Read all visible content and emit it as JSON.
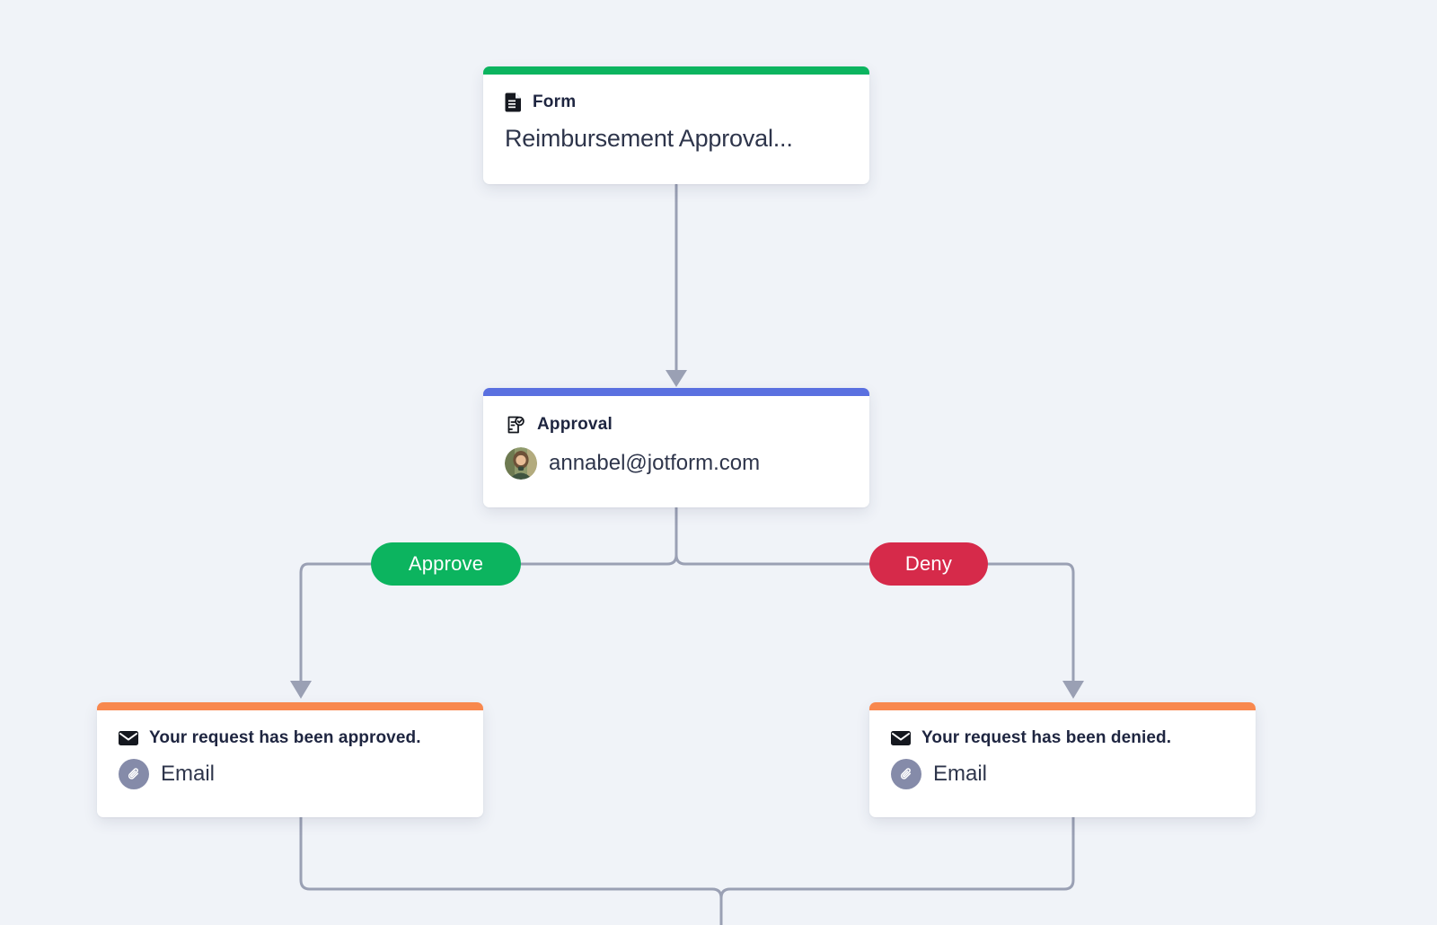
{
  "colors": {
    "bg": "#f0f3f8",
    "card": "#ffffff",
    "line": "#9aa0b4",
    "green": "#0cb45f",
    "blue": "#5a70e0",
    "red": "#d62a4a",
    "orange": "#f8884e",
    "badge": "#858ba9",
    "ink": "#1e2540",
    "inkSoft": "#2e354b"
  },
  "nodes": {
    "form": {
      "type_label": "Form",
      "title": "Reimbursement Approval...",
      "icon": "document-icon"
    },
    "approval": {
      "type_label": "Approval",
      "assignee_email": "annabel@jotform.com",
      "icon": "approval-stamp-icon",
      "avatar": "annabel-avatar-photo"
    },
    "email_approved": {
      "subject": "Your request has been approved.",
      "channel_label": "Email",
      "icon": "envelope-icon",
      "badge_icon": "paperclip-icon"
    },
    "email_denied": {
      "subject": "Your request has been denied.",
      "channel_label": "Email",
      "icon": "envelope-icon",
      "badge_icon": "paperclip-icon"
    }
  },
  "branches": {
    "approve_label": "Approve",
    "deny_label": "Deny"
  }
}
